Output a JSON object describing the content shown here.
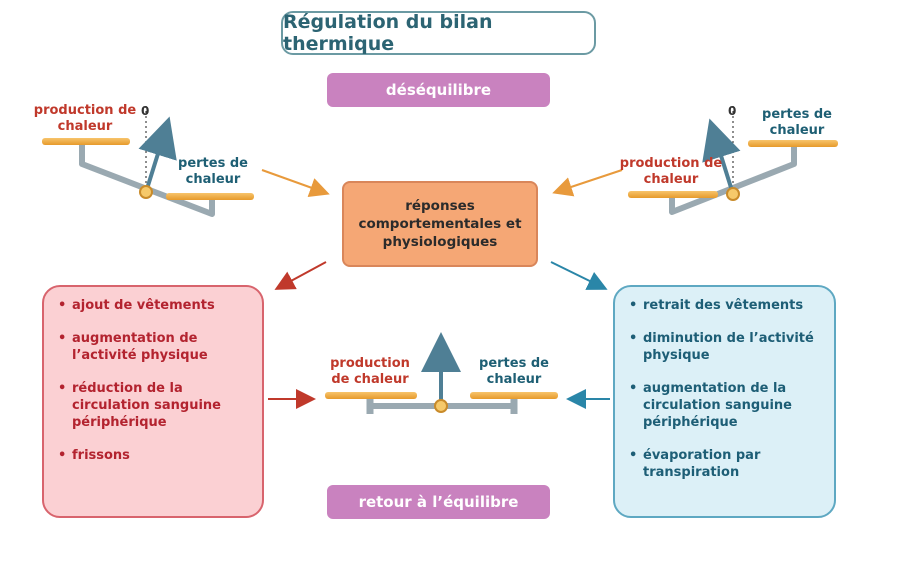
{
  "title": "Régulation du bilan thermique",
  "desequilibre": "déséquilibre",
  "center_box": "réponses comportementales et physiologiques",
  "retour": "retour à l’équilibre",
  "left_scale": {
    "production": "production de chaleur",
    "pertes": "pertes de chaleur",
    "zero": "0"
  },
  "right_scale": {
    "production": "production de chaleur",
    "pertes": "pertes de chaleur",
    "zero": "0"
  },
  "bottom_scale": {
    "production": "production de chaleur",
    "pertes": "pertes de chaleur"
  },
  "left_list": [
    "ajout de vêtements",
    "augmentation de l’activité physique",
    "réduction de la circulation sanguine périphérique",
    "frissons"
  ],
  "right_list": [
    "retrait des vêtements",
    "diminution de l’activité physique",
    "augmentation de la circulation sanguine périphérique",
    "évaporation par transpiration"
  ],
  "colors": {
    "title_border": "#6b9aa3",
    "pill": "#c982bf",
    "center": "#f5a775",
    "left_box": "#fbd0d3",
    "right_box": "#dcf0f7",
    "arrow_orange": "#e89a3c",
    "arrow_red": "#c0392b",
    "arrow_blue": "#2a86a8"
  }
}
